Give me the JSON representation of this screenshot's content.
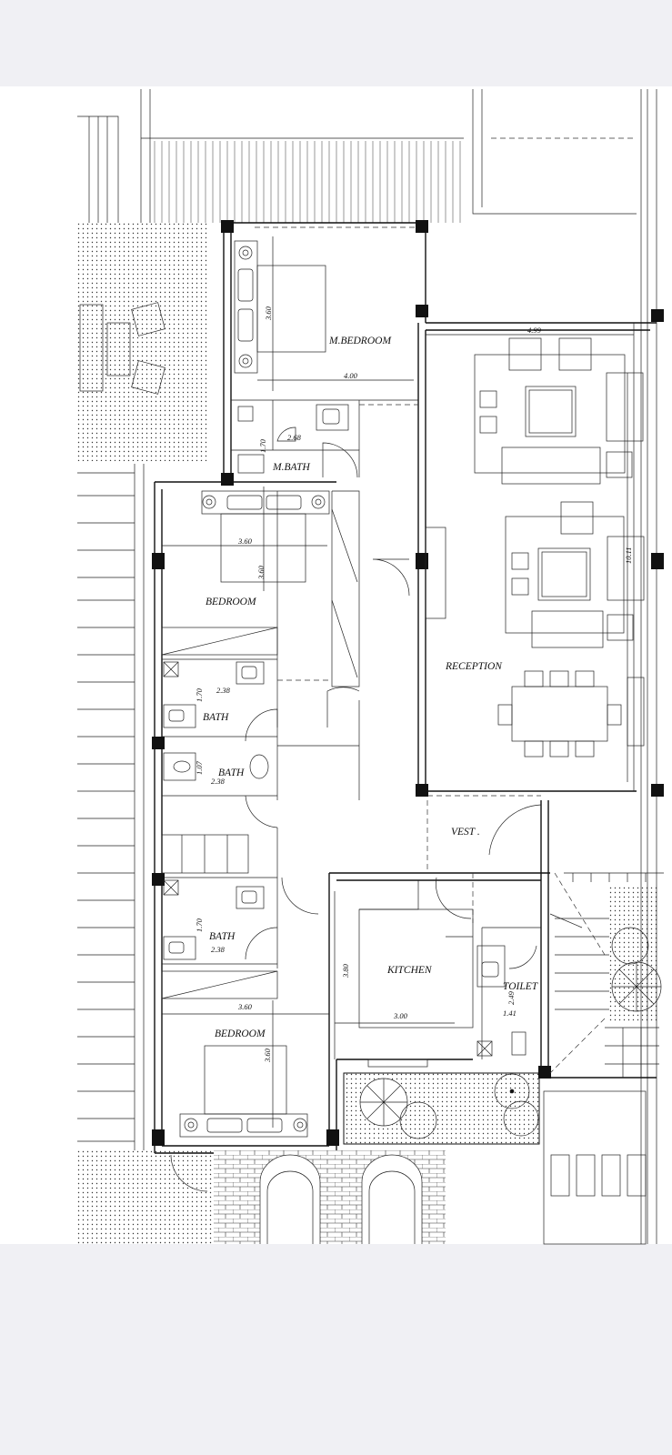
{
  "colors": {
    "screen_bg": "#f0f0f4",
    "paper": "#ffffff",
    "ink": "#111111"
  },
  "rooms": {
    "m_bedroom": "M.BEDROOM",
    "m_bath": "M.BATH",
    "bedroom_1": "BEDROOM",
    "bath_1": "BATH",
    "bath_2": "BATH",
    "bath_3": "BATH",
    "bedroom_2": "BEDROOM",
    "reception": "RECEPTION",
    "vest": "VEST .",
    "kitchen": "KITCHEN",
    "toilet": "TOILET"
  },
  "dimensions": {
    "m_bedroom_width": "4.00",
    "m_bedroom_depth": "3.60",
    "m_bath_w": "2.68",
    "m_bath_d": "1.70",
    "bedroom1_width": "3.60",
    "bedroom1_depth": "3.60",
    "bath1_w": "2.38",
    "bath1_d": "1.70",
    "bath2_w": "2.38",
    "bath2_d": "1.07",
    "bath3_w": "2.38",
    "bath3_d": "1.70",
    "bedroom2_width": "3.60",
    "bedroom2_depth": "3.60",
    "reception_width": "4.99",
    "reception_depth": "10.11",
    "kitchen_width": "3.00",
    "kitchen_depth": "3.80",
    "toilet_w": "1.41",
    "toilet_d": "2.49"
  }
}
